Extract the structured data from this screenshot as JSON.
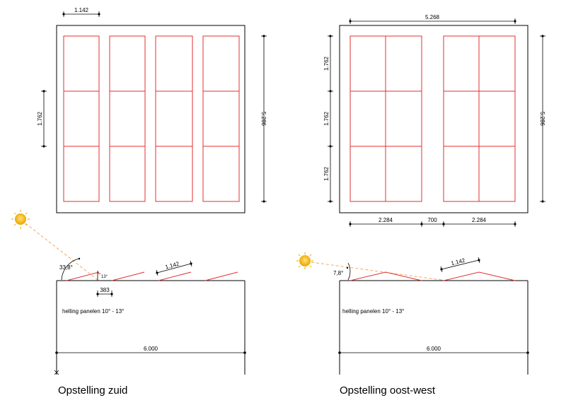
{
  "colors": {
    "line": "#000000",
    "panel": "#e03030",
    "sun": "#f2b51b",
    "ray": "#f4a860"
  },
  "south": {
    "caption": "Opstelling zuid",
    "dim_top_width": "1.142",
    "dim_left_height": "1.762",
    "dim_right_height": "5.286",
    "angle_sun": "33,8°",
    "angle_panel": "13°",
    "dim_spacing": "383",
    "dim_panel_len": "1.142",
    "note": "helling panelen 10° - 13°",
    "dim_roof_width": "6.000"
  },
  "eastwest": {
    "caption": "Opstelling oost-west",
    "dim_top_width": "5.268",
    "dim_left_1": "1.762",
    "dim_left_2": "1.762",
    "dim_left_3": "1.762",
    "dim_right_height": "5.286",
    "dim_bottom_left": "2.284",
    "dim_bottom_gap": "700",
    "dim_bottom_right": "2.284",
    "angle_sun": "7,8°",
    "dim_panel_len": "1.142",
    "note": "helling panelen 10° - 13°",
    "dim_roof_width": "6.000"
  }
}
